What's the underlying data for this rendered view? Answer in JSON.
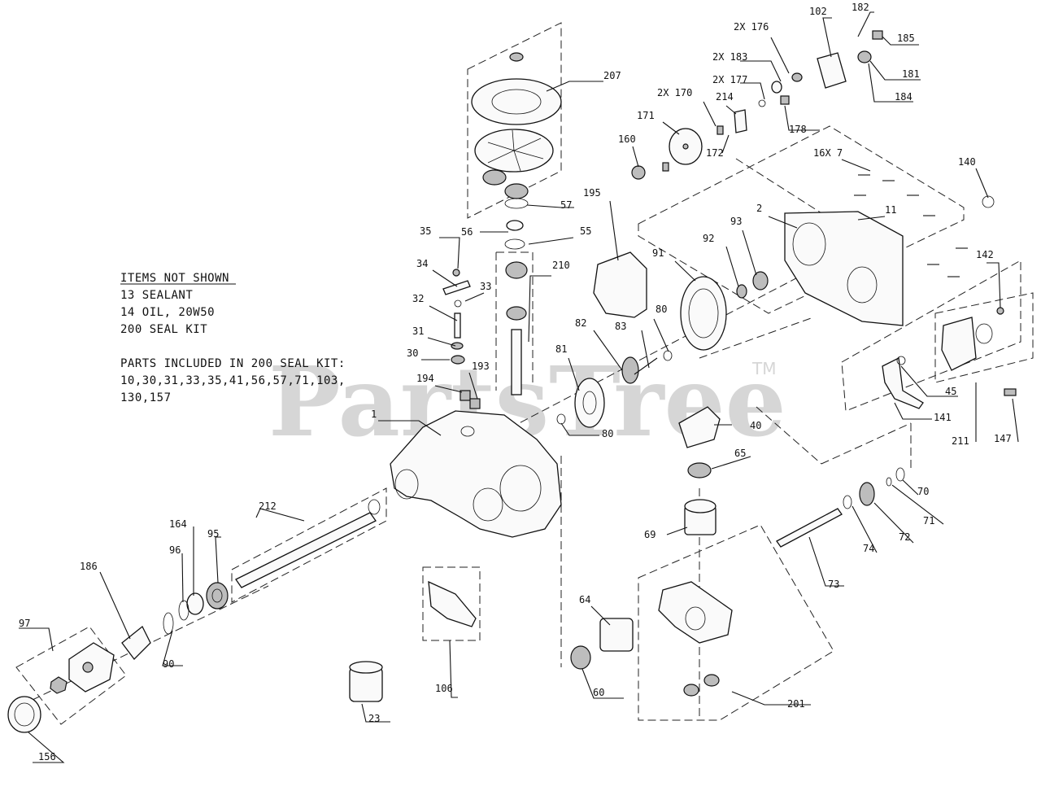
{
  "watermark": {
    "text": "PartsTree",
    "tm": "TM"
  },
  "notes": {
    "heading": "ITEMS NOT SHOWN",
    "lines": [
      "13 SEALANT",
      "14 OIL, 20W50",
      "200 SEAL KIT"
    ],
    "seal_kit_heading": "PARTS INCLUDED IN 200 SEAL KIT:",
    "seal_kit_lines": [
      "10,30,31,33,35,41,56,57,71,103,",
      "130,157"
    ]
  },
  "callouts": [
    "1",
    "2",
    "16X 7",
    "11",
    "23",
    "30",
    "31",
    "32",
    "33",
    "34",
    "35",
    "40",
    "45",
    "55",
    "56",
    "57",
    "60",
    "64",
    "65",
    "69",
    "70",
    "71",
    "72",
    "73",
    "74",
    "80",
    "80",
    "81",
    "82",
    "83",
    "90",
    "91",
    "92",
    "93",
    "95",
    "96",
    "97",
    "102",
    "106",
    "140",
    "141",
    "142",
    "147",
    "156",
    "160",
    "164",
    "171",
    "172",
    "2X 170",
    "2X 176",
    "2X 177",
    "178",
    "181",
    "182",
    "2X 183",
    "184",
    "185",
    "186",
    "193",
    "194",
    "195",
    "201",
    "207",
    "210",
    "211",
    "212",
    "214"
  ]
}
